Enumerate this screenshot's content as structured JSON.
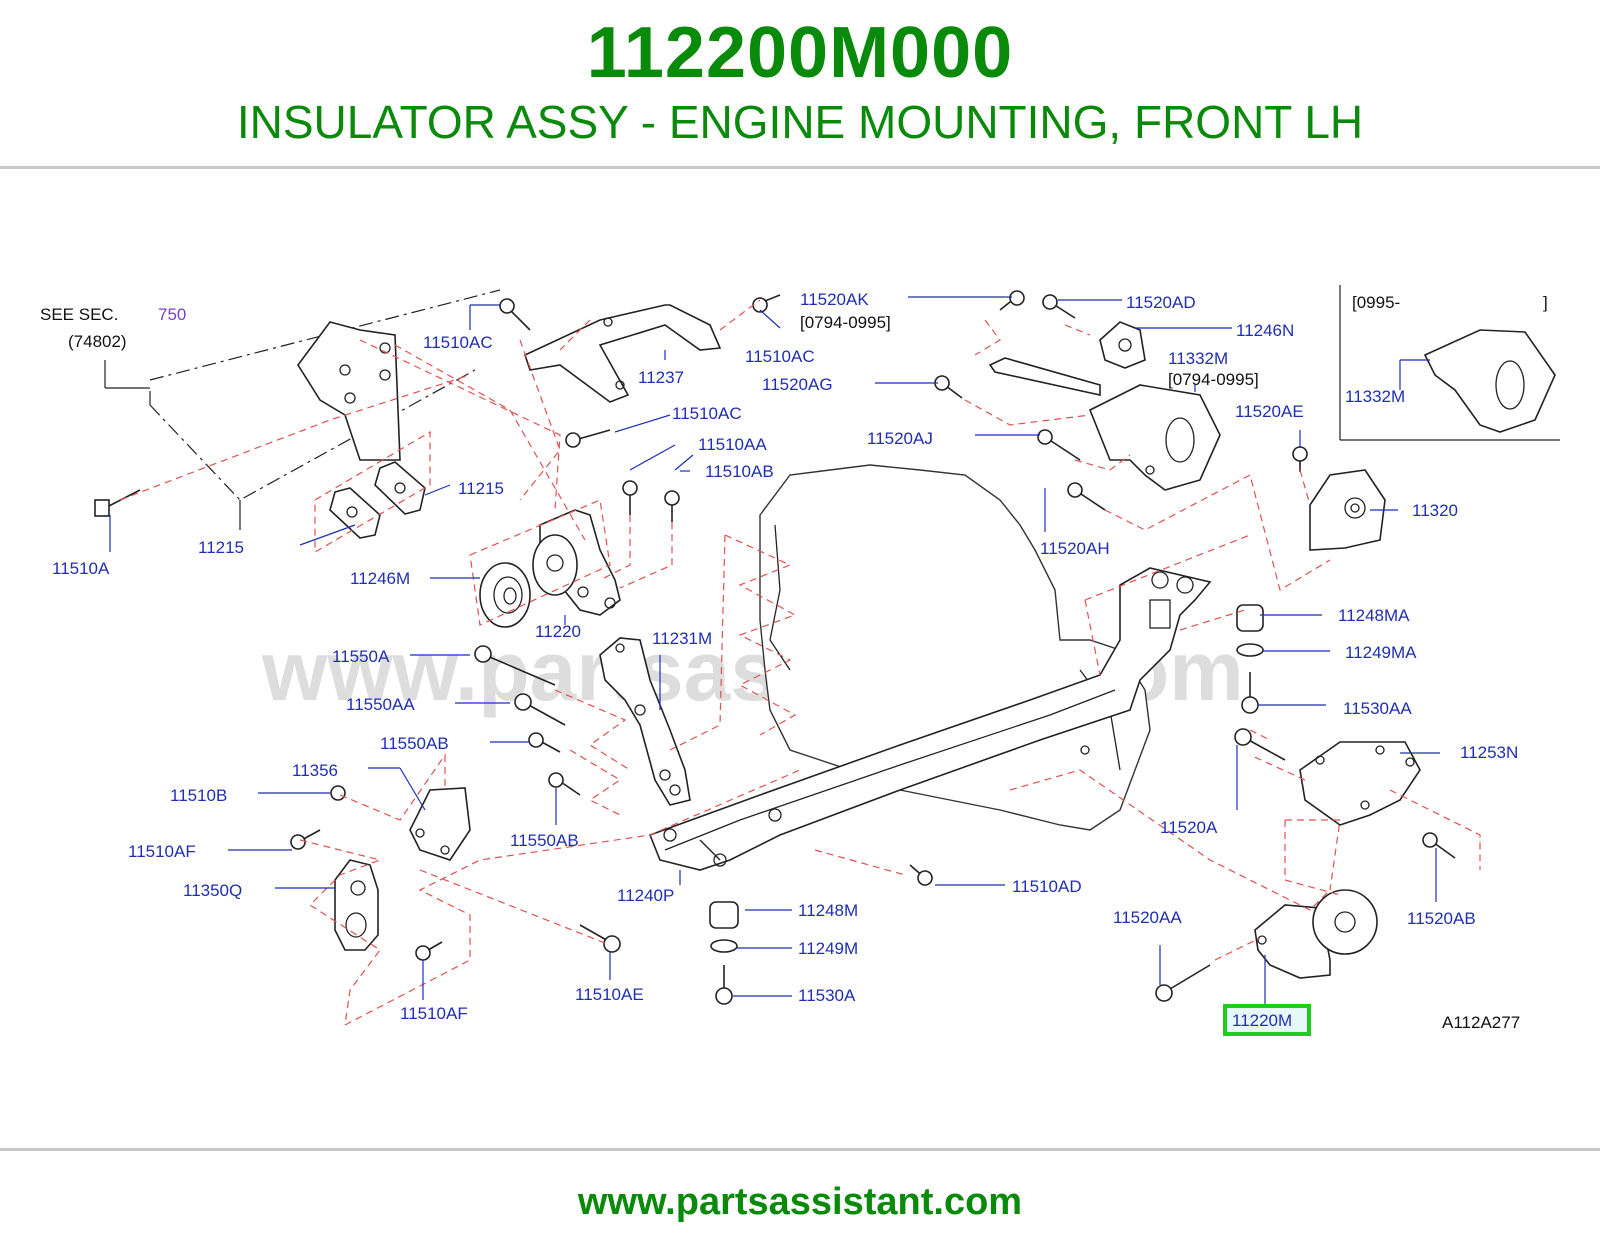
{
  "header": {
    "part_number": "112200M000",
    "description": "INSULATOR ASSY - ENGINE MOUNTING, FRONT LH"
  },
  "footer": {
    "url": "www.partsassistant.com"
  },
  "watermark": "www.partsassistant.com",
  "diagram": {
    "see_sec_text": "SEE  SEC.",
    "see_sec_number": "750",
    "see_sec_ref": "(74802)",
    "inset_range": "[0995-",
    "inset_bracket": "]",
    "diagram_code": "A112A277",
    "highlighted_part": "11220M",
    "highlight_color": "#1fcc1f",
    "label_color": "#1f2fb0",
    "callouts": [
      "11510AC",
      "11237",
      "11510AC",
      "11520AK",
      "[0794-0995]",
      "11520AD",
      "11246N",
      "11332M",
      "[0794-0995]",
      "11520AG",
      "11510AC",
      "11520AE",
      "11332M",
      "11510AA",
      "11510AB",
      "11520AJ",
      "11215",
      "11215",
      "11510A",
      "11246M",
      "11220",
      "11520AH",
      "11320",
      "11231M",
      "11550A",
      "11248MA",
      "11249MA",
      "11550AA",
      "11530AA",
      "11550AB",
      "11253N",
      "11356",
      "11510B",
      "11520A",
      "11510AF",
      "11550AB",
      "11240P",
      "11350Q",
      "11510AD",
      "11248M",
      "11520AA",
      "11520AB",
      "11249M",
      "11510AE",
      "11530A",
      "11510AF",
      "11220M"
    ]
  }
}
